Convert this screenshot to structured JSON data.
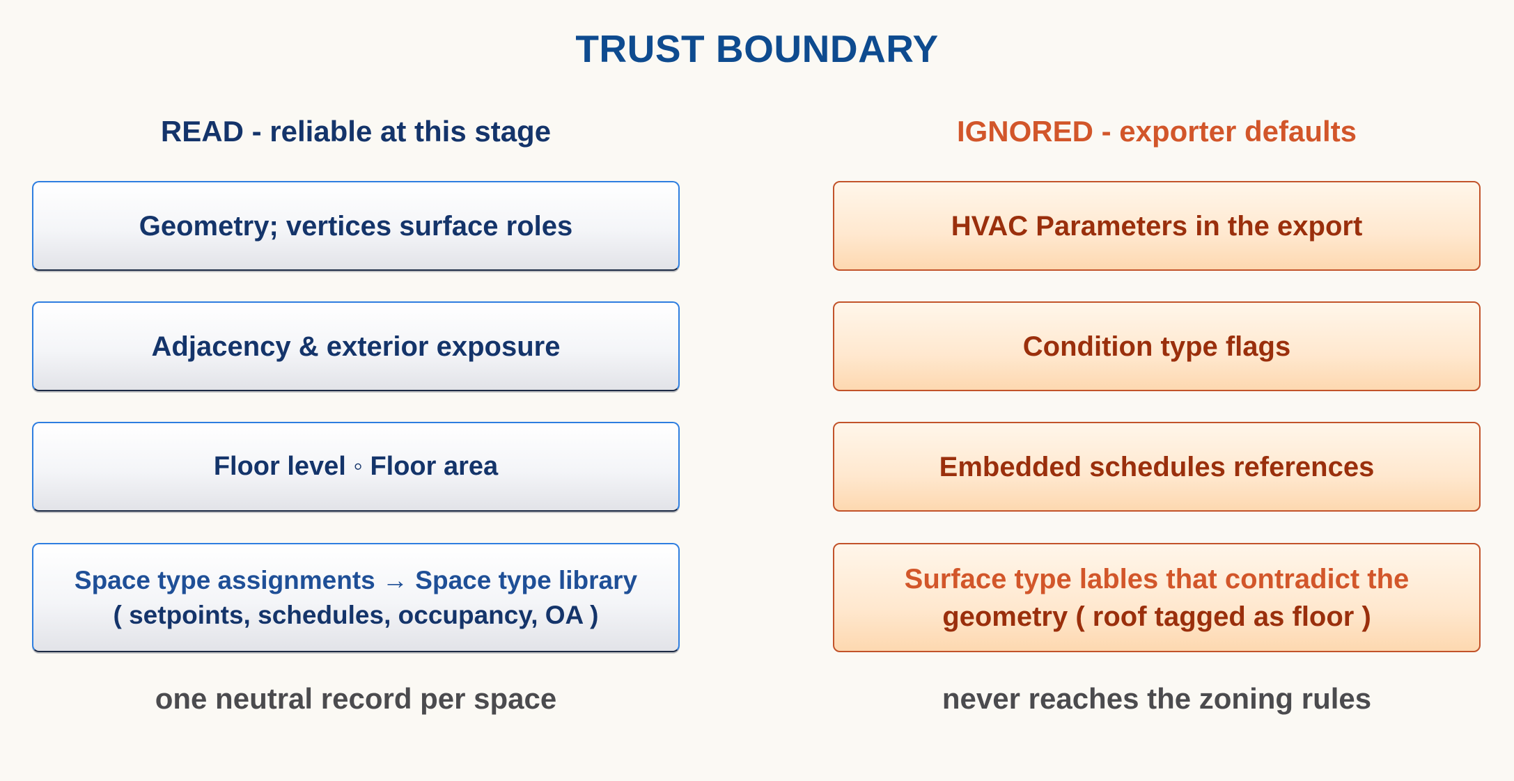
{
  "title": "TRUST BOUNDARY",
  "left": {
    "heading": "READ - reliable at this stage",
    "items": [
      "Geometry; vertices surface roles",
      "Adjacency & exterior exposure",
      "Floor level ◦ Floor area"
    ],
    "item4": {
      "line1": "Space type assignments → Space type library",
      "line2": "( setpoints, schedules, occupancy, OA )"
    },
    "footer": "one neutral record per space"
  },
  "right": {
    "heading": "IGNORED - exporter defaults",
    "items": [
      "HVAC Parameters in the export",
      "Condition type flags",
      "Embedded schedules references"
    ],
    "item4": {
      "line1": "Surface type lables that contradict the",
      "line2": "geometry ( roof tagged as floor )"
    },
    "footer": "never reaches the zoning rules"
  },
  "colors": {
    "title": "#0e4b8f",
    "left_accent": "#2e7ee0",
    "left_text": "#14346a",
    "right_accent": "#c2532a",
    "right_text": "#b0360f",
    "divider_top": "#6c7a8c",
    "divider_bottom": "#0f1d33"
  }
}
